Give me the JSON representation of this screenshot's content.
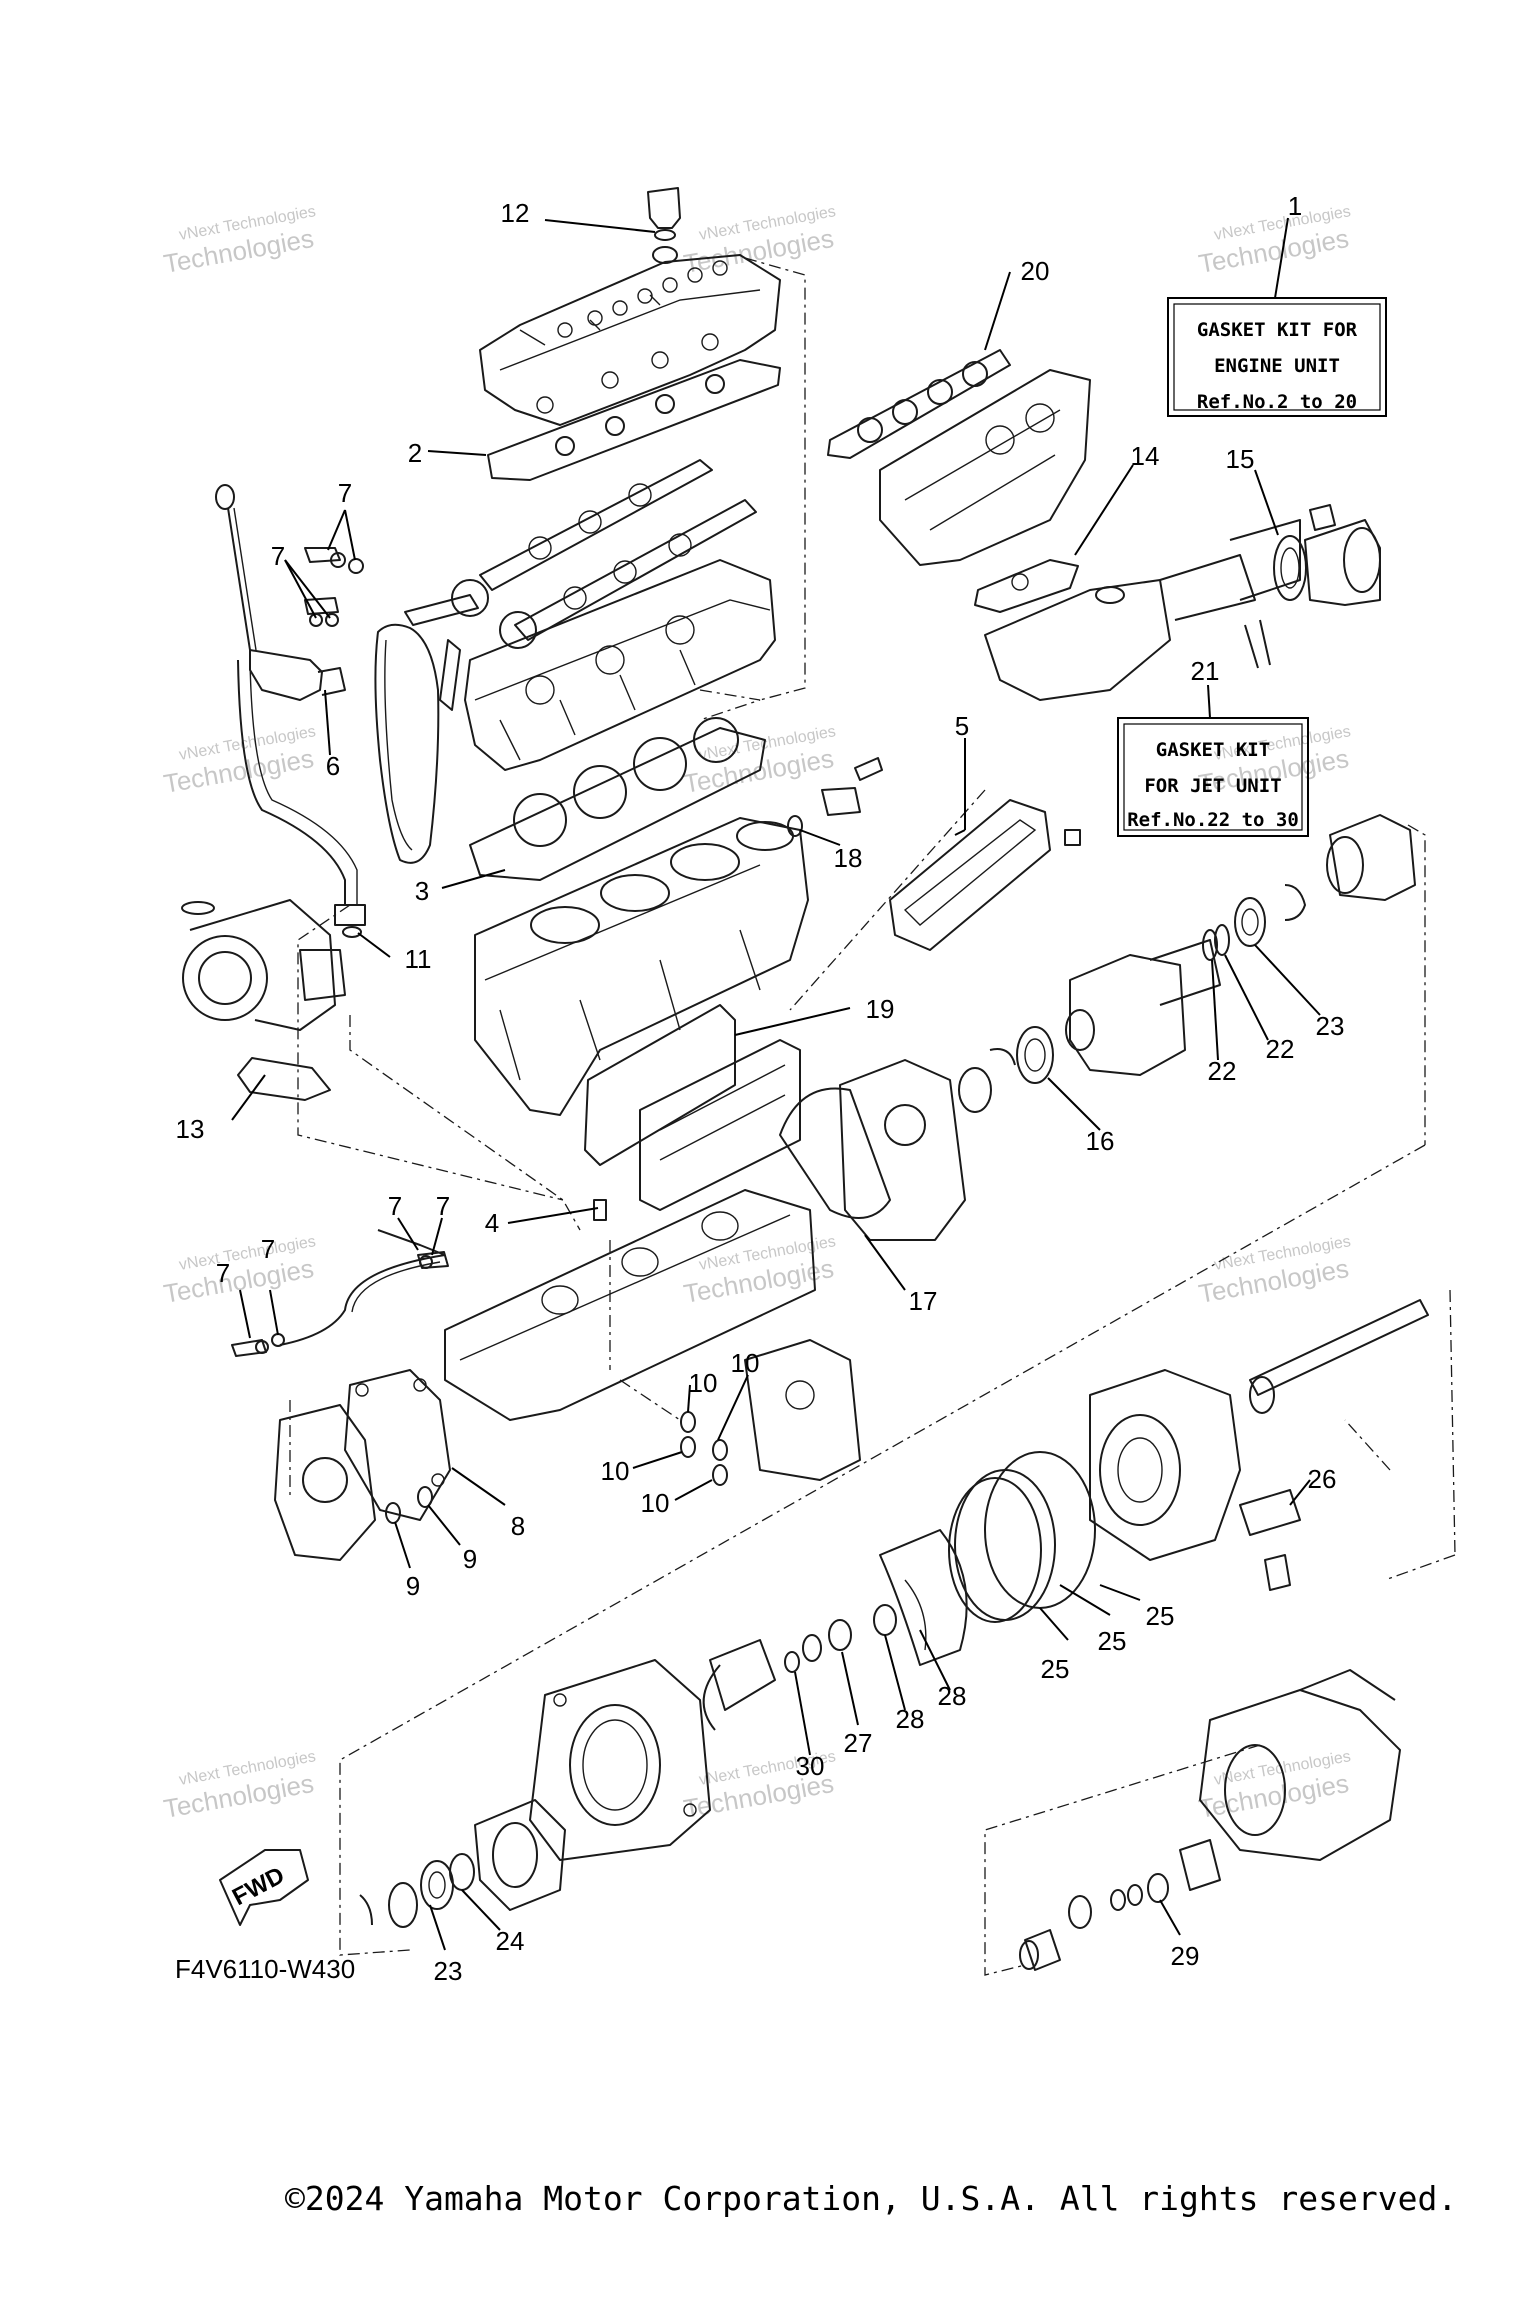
{
  "diagram": {
    "code": "F4V6110-W430",
    "copyright": "©2024 Yamaha Motor Corporation, U.S.A. All rights reserved.",
    "fwd_label": "FWD",
    "watermark_line1": "vNext Technologies",
    "watermark_line2": "Technologies",
    "kit_engine": {
      "ref_number": "1",
      "line1": "GASKET KIT FOR",
      "line2": "ENGINE UNIT",
      "line3": "Ref.No.2 to 20"
    },
    "kit_jet": {
      "ref_number": "21",
      "line1": "GASKET KIT",
      "line2": "FOR JET UNIT",
      "line3": "Ref.No.22 to 30"
    },
    "callouts": {
      "c12": "12",
      "c20": "20",
      "c2": "2",
      "c14": "14",
      "c15": "15",
      "c7a": "7",
      "c7b": "7",
      "c6": "6",
      "c5": "5",
      "c18": "18",
      "c3": "3",
      "c11": "11",
      "c19": "19",
      "c13": "13",
      "c16": "16",
      "c22a": "22",
      "c22b": "22",
      "c23a": "23",
      "c7c": "7",
      "c7d": "7",
      "c7e": "7",
      "c7f": "7",
      "c4": "4",
      "c17": "17",
      "c10a": "10",
      "c10b": "10",
      "c10c": "10",
      "c10d": "10",
      "c8": "8",
      "c9a": "9",
      "c9b": "9",
      "c26": "26",
      "c25a": "25",
      "c25b": "25",
      "c25c": "25",
      "c28a": "28",
      "c28b": "28",
      "c27": "27",
      "c30": "30",
      "c24": "24",
      "c23b": "23",
      "c29": "29"
    }
  }
}
